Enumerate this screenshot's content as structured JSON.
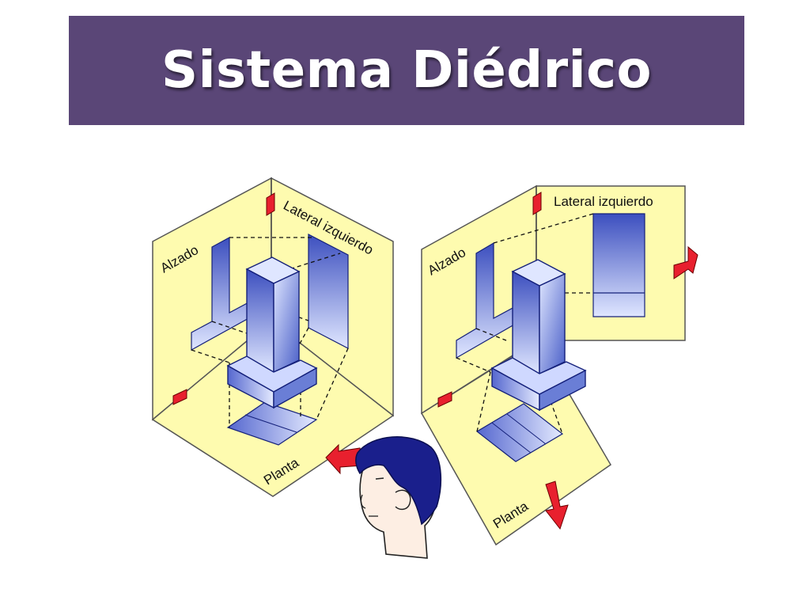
{
  "title": "Sistema Diédrico",
  "colors": {
    "title_bar": "#5a4677",
    "plane_fill": "#fefbaf",
    "solid_blue": "#4a5fc8",
    "solid_light": "#dfe6ff",
    "arrow_red": "#e8202e",
    "hair": "#14207a"
  },
  "left_view": {
    "alzado": "Alzado",
    "lateral": "Lateral izquierdo",
    "planta": "Planta"
  },
  "right_view": {
    "alzado": "Alzado",
    "lateral": "Lateral izquierdo",
    "planta": "Planta"
  },
  "icons": [
    "observer-head-icon",
    "view-arrow-icon",
    "rotation-arrow-icon"
  ]
}
